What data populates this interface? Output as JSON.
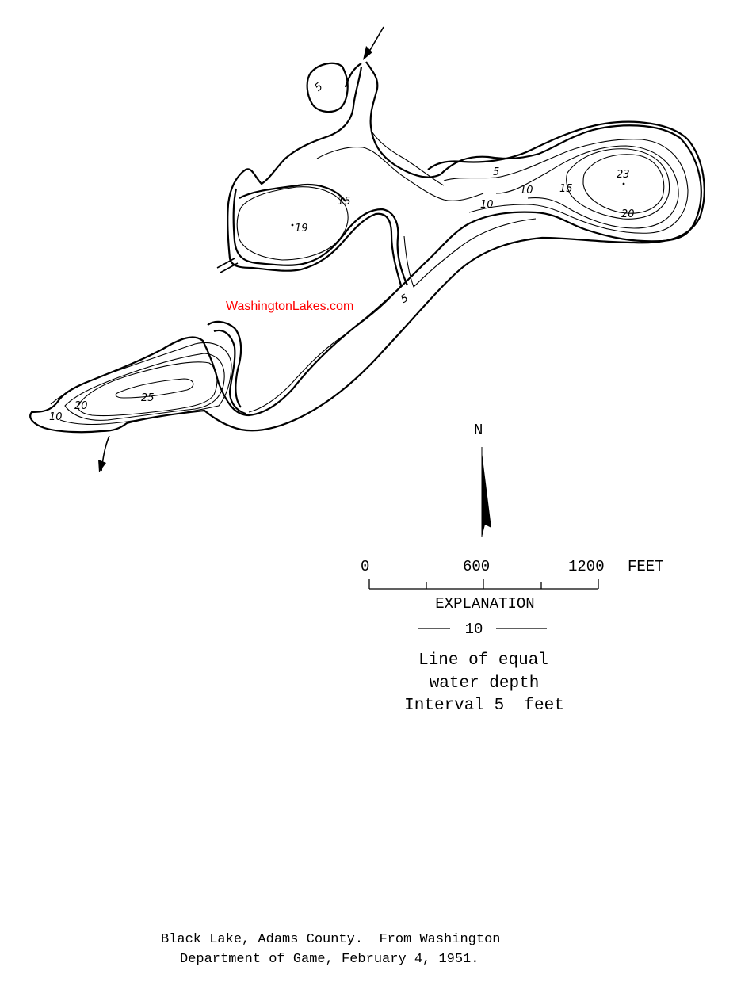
{
  "map": {
    "watermark": "WashingtonLakes.com",
    "contour_labels": {
      "north_pocket": "5",
      "east_5": "5",
      "east_10a": "10",
      "east_10b": "10",
      "east_15": "15",
      "east_20": "20",
      "east_max": "23",
      "middle_15": "15",
      "middle_max": "19",
      "channel_5": "5",
      "west_10": "10",
      "west_20": "20",
      "west_max": "25"
    },
    "north_arrow": {
      "label": "N"
    },
    "scale_bar": {
      "tick_0": "0",
      "tick_600": "600",
      "tick_1200": "1200",
      "unit": "FEET"
    },
    "explanation": {
      "title": "EXPLANATION",
      "sample_value": "10",
      "line1": "Line of equal",
      "line2": "water depth",
      "line3": "Interval 5  feet"
    },
    "caption": {
      "line1": "Black Lake, Adams County.  From Washington",
      "line2": "Department of Game, February 4, 1951."
    }
  }
}
